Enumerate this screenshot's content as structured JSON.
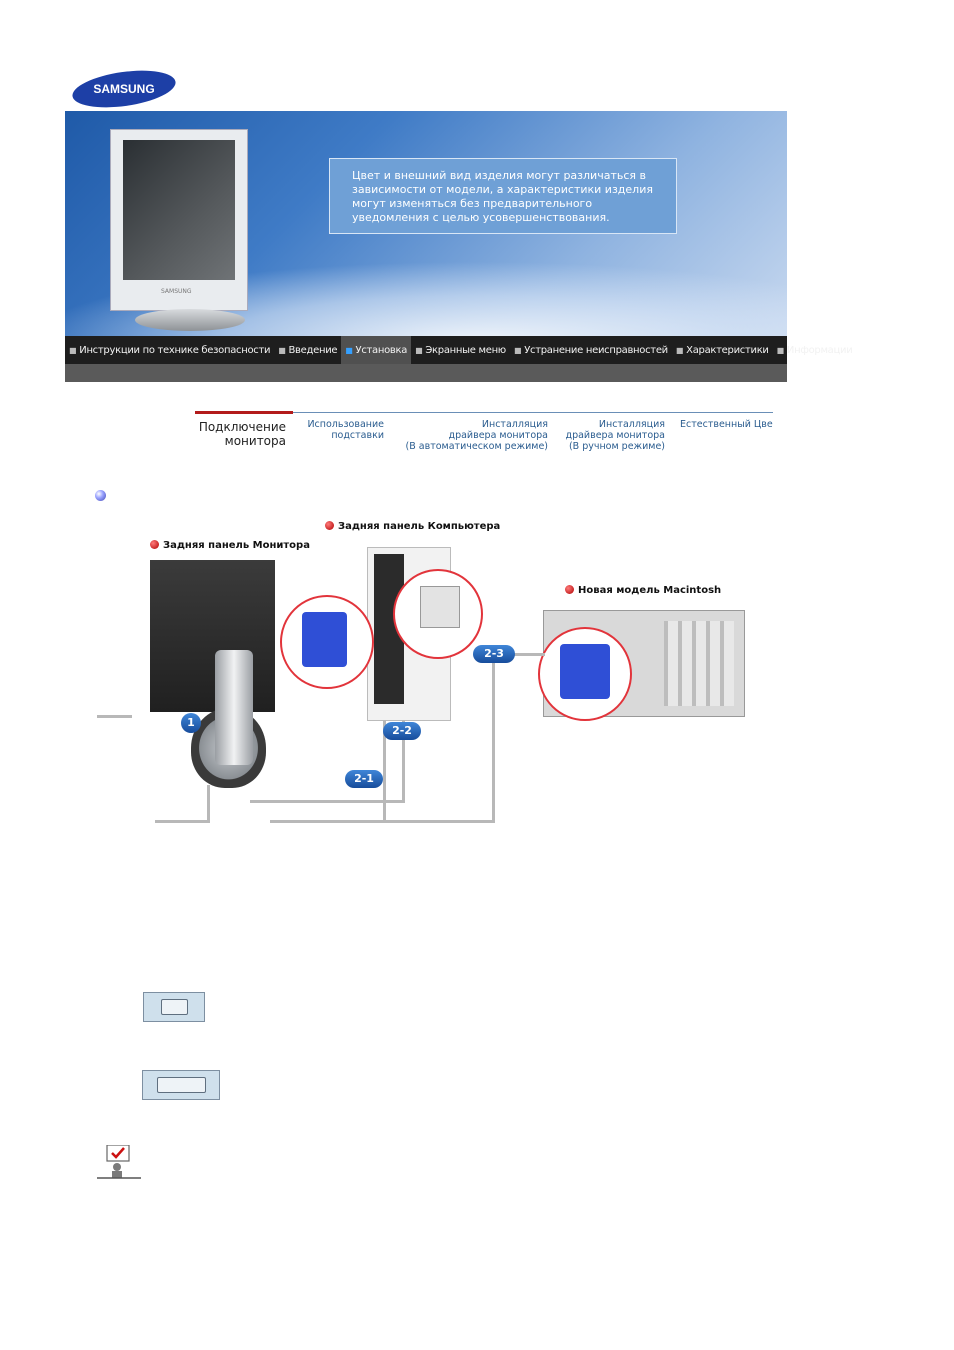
{
  "brand": {
    "logo_text": "SAMSUNG"
  },
  "banner": {
    "note": "Цвет и внешний вид изделия могут различаться в зависимости от модели, а характеристики изделия могут изменяться без предварительного уведомления с целью усовершенствования.",
    "monitor_brand": "SAMSUNG"
  },
  "top_nav": [
    {
      "label": "Инструкции по технике безопасности",
      "active": false
    },
    {
      "label": "Введение",
      "active": false
    },
    {
      "label": "Установка",
      "active": true
    },
    {
      "label": "Экранные меню",
      "active": false
    },
    {
      "label": "Устранение неисправностей",
      "active": false
    },
    {
      "label": "Характеристики",
      "active": false
    },
    {
      "label": "Информации",
      "active": false
    }
  ],
  "sub_nav": [
    {
      "line1": "Подключение",
      "line2": "монитора",
      "line3": "",
      "active": true
    },
    {
      "line1": "Использование",
      "line2": "подставки",
      "line3": "",
      "active": false
    },
    {
      "line1": "Инсталляция",
      "line2": "драйвера монитора",
      "line3": "(В автоматическом режиме)",
      "active": false
    },
    {
      "line1": "Инсталляция",
      "line2": "драйвера монитора",
      "line3": "(В ручном режиме)",
      "active": false
    },
    {
      "line1": "Естественный Цвет",
      "line2": "",
      "line3": "",
      "active": false
    }
  ],
  "diagram": {
    "label_monitor": "Задняя панель Монитора",
    "label_computer": "Задняя панель Компьютера",
    "label_mac": "Новая модель Macintosh",
    "badges": [
      "1",
      "2-1",
      "2-2",
      "2-3"
    ]
  },
  "icons": {
    "bullet": "bullet-icon",
    "vga_port": "vga-port-icon",
    "dvi_port": "dvi-port-icon",
    "note": "note-icon"
  },
  "colors": {
    "nav_bg": "#1e1e1e",
    "nav_active": "#505050",
    "accent_red": "#b31b1b",
    "link_blue": "#2a5c8f",
    "badge_blue": "#2a6cc0"
  }
}
